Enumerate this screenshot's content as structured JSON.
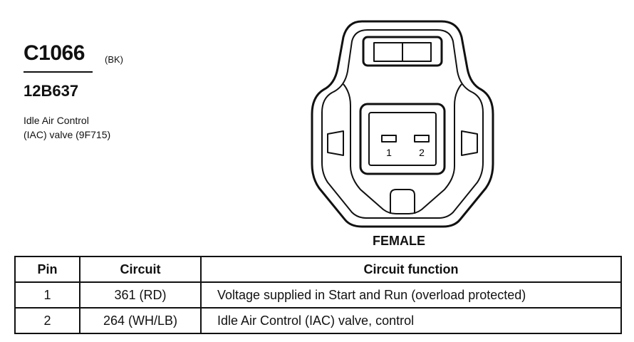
{
  "connector": {
    "id": "C1066",
    "color_code": "(BK)",
    "part_number": "12B637",
    "description_line1": "Idle Air Control",
    "description_line2": "(IAC) valve (9F715)",
    "gender": "FEMALE",
    "pin_labels": [
      "1",
      "2"
    ]
  },
  "pin_table": {
    "headers": {
      "pin": "Pin",
      "circuit": "Circuit",
      "function": "Circuit function"
    },
    "rows": [
      {
        "pin": "1",
        "circuit": "361 (RD)",
        "function": "Voltage supplied in Start and Run (overload protected)"
      },
      {
        "pin": "2",
        "circuit": "264 (WH/LB)",
        "function": "Idle Air Control (IAC) valve, control"
      }
    ]
  }
}
